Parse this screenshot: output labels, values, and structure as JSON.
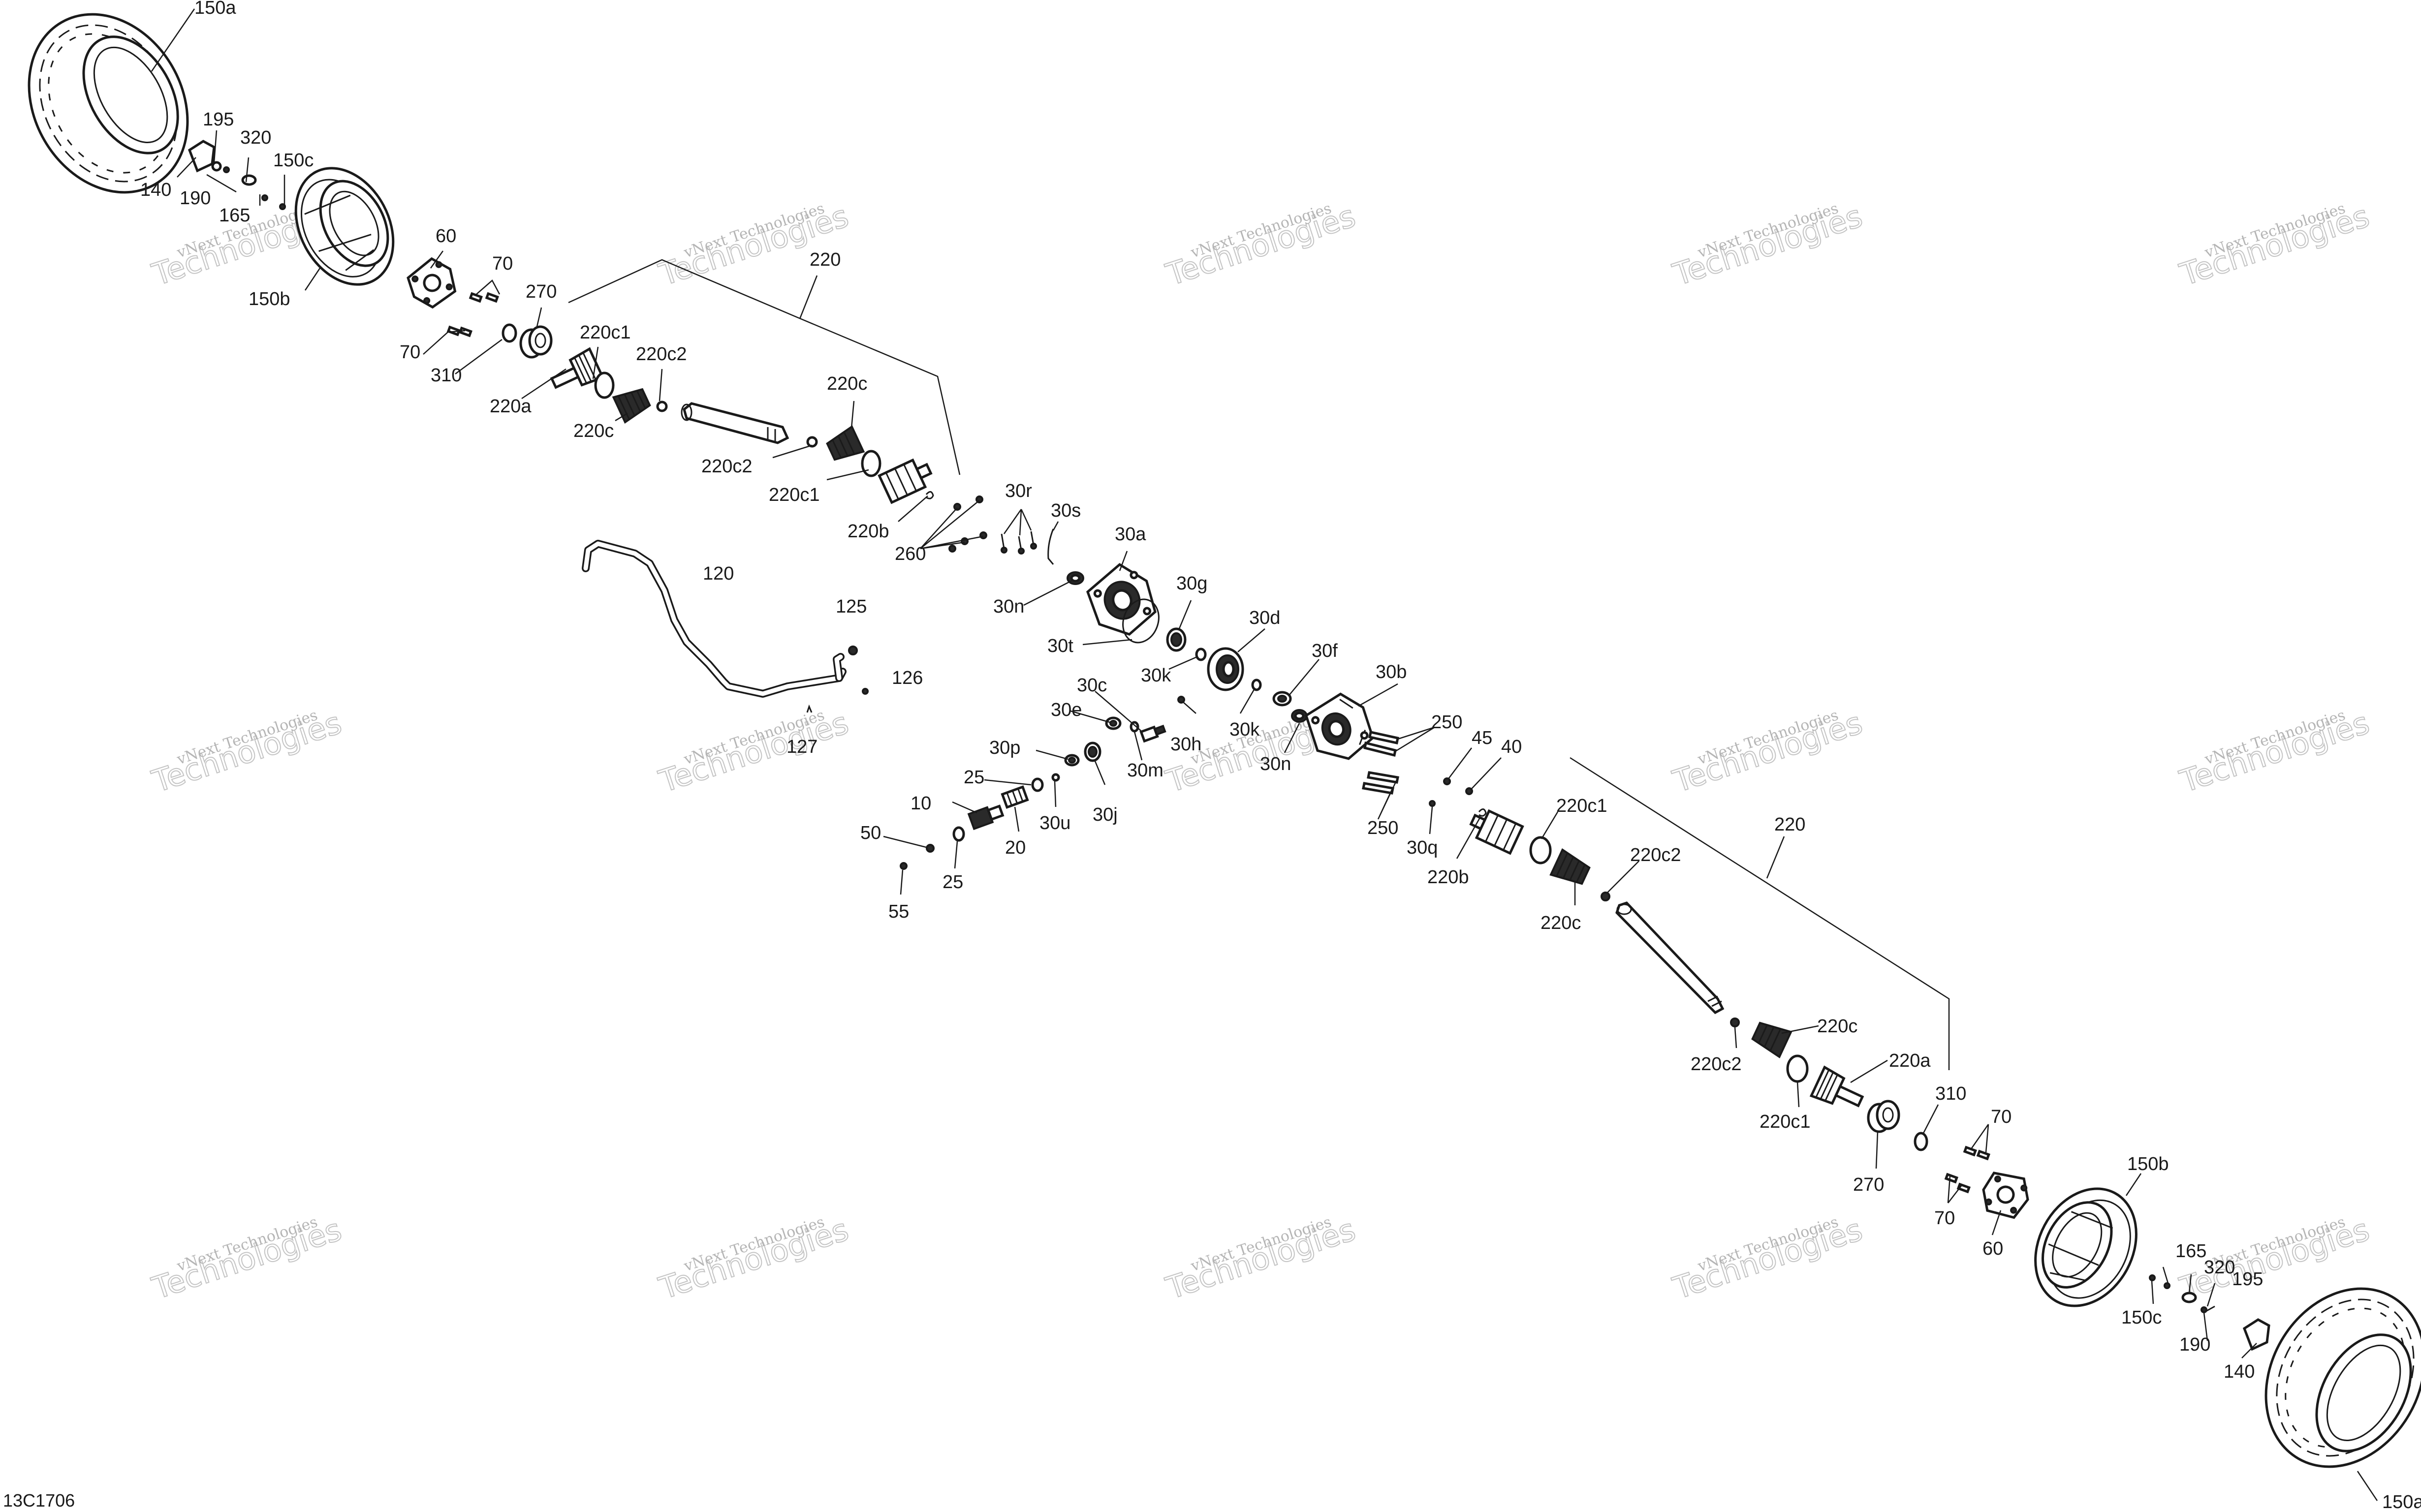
{
  "diagram_code": "13C1706",
  "watermark": {
    "line1": "vNext Technologies",
    "line2": "Technologies"
  },
  "labels": {
    "tire_top": "150a",
    "cap_195_top": "195",
    "cap_320_top": "320",
    "cap_140_top": "140",
    "cap_190_top": "190",
    "cap_165_top": "165",
    "cap_150c_top": "150c",
    "rim_top": "150b",
    "hub_top": "60",
    "stud_70_top_a": "70",
    "stud_70_top_b": "70",
    "bearing_270_top": "270",
    "ring_310_top": "310",
    "shaft_220_top": "220",
    "joint_220a_top": "220a",
    "clamp_220c1_top_a": "220c1",
    "clamp_220c2_top_a": "220c2",
    "boot_220c_top_a": "220c",
    "boot_220c_top_b": "220c",
    "clamp_220c2_top_b": "220c2",
    "clamp_220c1_top_b": "220c1",
    "joint_220b_top": "220b",
    "bolt_260": "260",
    "pin_30r": "30r",
    "spring_30s": "30s",
    "cover_30a": "30a",
    "seal_30n_top": "30n",
    "oring_30t": "30t",
    "bearing_30g": "30g",
    "ring_30k_a": "30k",
    "gear_30d": "30d",
    "washer_30f": "30f",
    "ring_30k_b": "30k",
    "housing_30b": "30b",
    "screw_30c": "30c",
    "nut_30h": "30h",
    "seal_30n_mid": "30n",
    "washer_30e": "30e",
    "ring_30m": "30m",
    "bearing_30p": "30p",
    "bearing_30j": "30j",
    "clip_30u": "30u",
    "bolt_250_a": "250",
    "bolt_250_b": "250",
    "nut_45": "45",
    "washer_40": "40",
    "pin_30q": "30q",
    "joint_220b_bottom": "220b",
    "vent_120": "120",
    "clip_125": "125",
    "clip_126": "126",
    "clip_127": "127",
    "seal_25_a": "25",
    "seal_25_b": "25",
    "pinion_10": "10",
    "spacer_20": "20",
    "bolt_50": "50",
    "nut_55": "55",
    "clamp_220c1_bottom_a": "220c1",
    "shaft_220_bottom": "220",
    "clamp_220c2_bottom_a": "220c2",
    "boot_220c_bottom_a": "220c",
    "boot_220c_bottom_b": "220c",
    "clamp_220c2_bottom_b": "220c2",
    "joint_220a_bottom": "220a",
    "clamp_220c1_bottom_b": "220c1",
    "bearing_270_bottom": "270",
    "ring_310_bottom": "310",
    "stud_70_bottom_a": "70",
    "stud_70_bottom_b": "70",
    "hub_bottom": "60",
    "rim_bottom": "150b",
    "cap_165_bottom": "165",
    "cap_320_bottom": "320",
    "cap_195_bottom": "195",
    "cap_150c_bottom": "150c",
    "cap_190_bottom": "190",
    "cap_140_bottom": "140",
    "tire_bottom": "150a"
  }
}
